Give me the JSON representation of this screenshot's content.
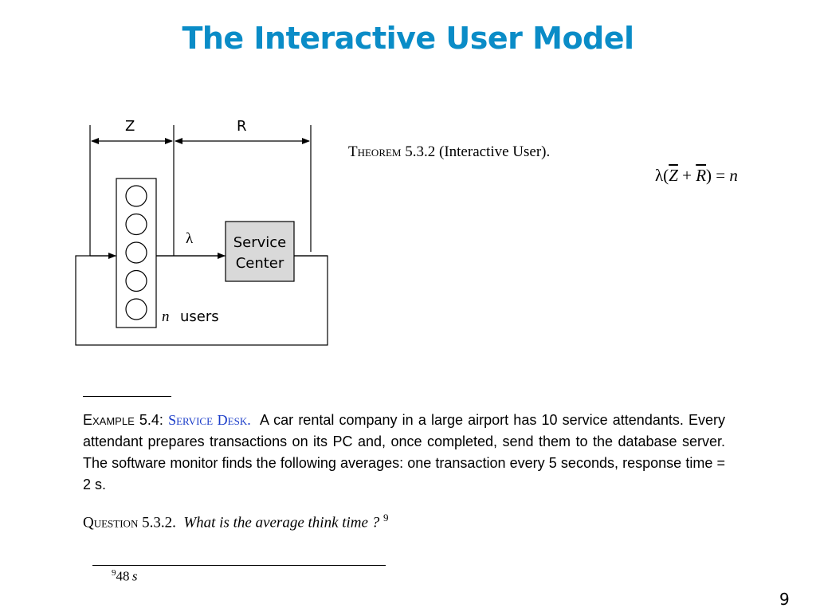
{
  "slide": {
    "title": "The Interactive User Model",
    "page_number": "9"
  },
  "diagram": {
    "label_z": "Z",
    "label_r": "R",
    "label_lambda": "λ",
    "service_center_line1": "Service",
    "service_center_line2": "Center",
    "users_var": "n",
    "users_label": "users",
    "user_count_shown": 5
  },
  "theorem": {
    "label": "Theorem",
    "number": "5.3.2",
    "name": "(Interactive User)."
  },
  "formula": {
    "lhs_start": "λ(",
    "z_bar": "Z",
    "plus": " + ",
    "r_bar": "R",
    "close_eq": ") = ",
    "n": "n"
  },
  "example": {
    "label": "Example",
    "number": "5.4:",
    "name": "Service Desk.",
    "body": "A car rental company in a large airport has 10 service attendants.  Every attendant prepares transactions on its PC and, once completed, send them to the database server. The software monitor finds the following averages: one transaction every 5 seconds, response time = 2 s."
  },
  "question": {
    "label": "Question",
    "number": "5.3.2.",
    "text": "What is the average think time ?",
    "footnote_marker": "9"
  },
  "footnote": {
    "marker": "9",
    "value": "48",
    "unit": "s"
  }
}
